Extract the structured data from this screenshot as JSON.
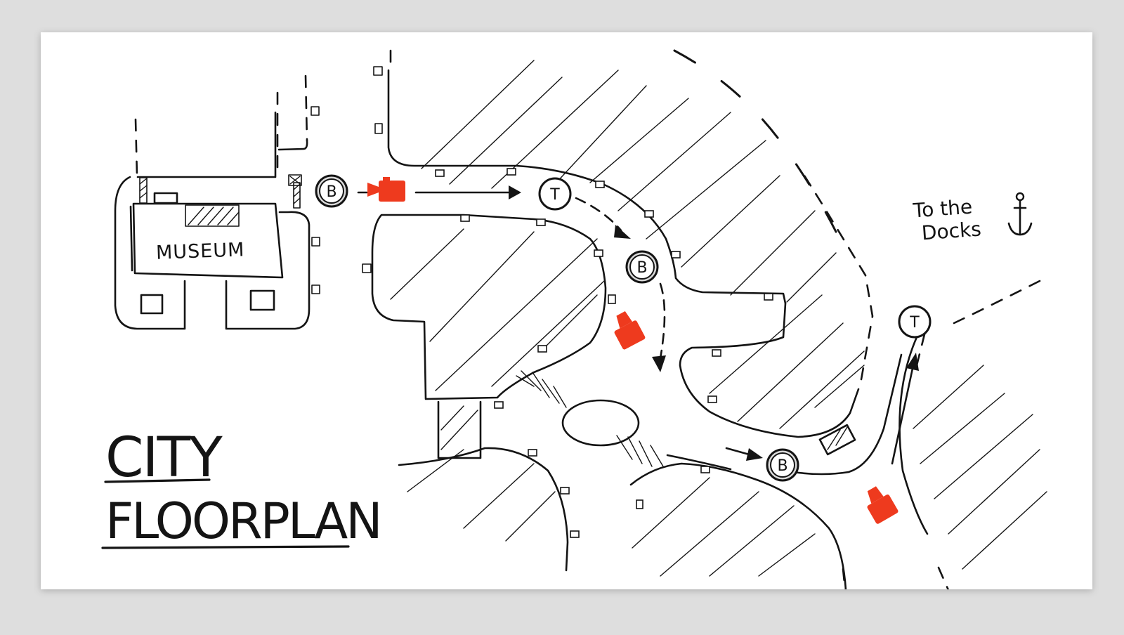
{
  "map": {
    "title_line1": "CITY",
    "title_line2": "FLOORPLAN",
    "museum_label": "MUSEUM",
    "destination_line1": "To the",
    "destination_line2": "Docks",
    "bus_stop_letter": "B",
    "tram_stop_letter": "T",
    "colors": {
      "paper": "#ffffff",
      "background": "#dedede",
      "ink": "#141414",
      "camera": "#ee3a1e",
      "stop_fill": "#d9d9d9"
    },
    "icons": {
      "camera": "camera-icon",
      "anchor": "anchor-icon",
      "bus_stop": "bus-stop-icon",
      "tram_stop": "tram-stop-icon",
      "route_arrow": "arrow-icon"
    }
  }
}
